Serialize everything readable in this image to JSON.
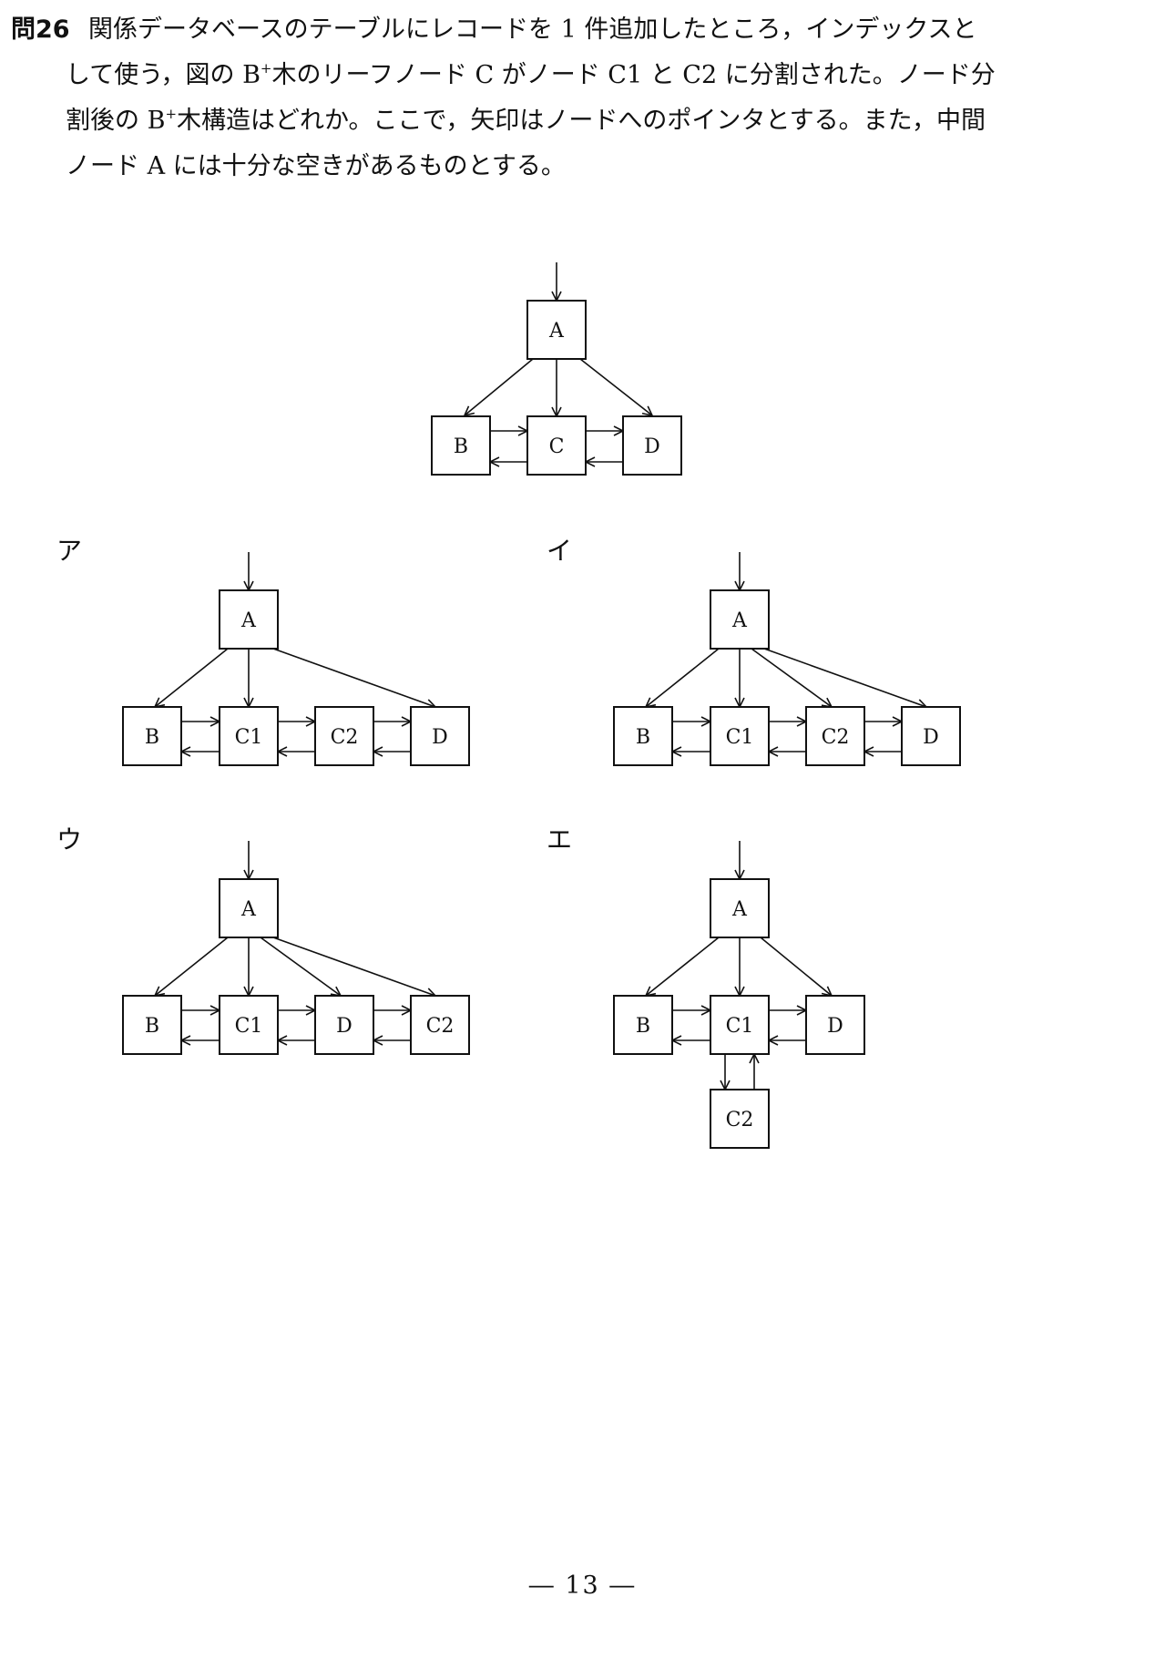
{
  "question": {
    "number": "問26",
    "lines": [
      "関係データベースのテーブルにレコードを 1 件追加したところ，インデックスと",
      "して使う，図の B",
      "木のリーフノード C がノード C1 と C2 に分割された。ノード分",
      "割後の B",
      "木構造はどれか。ここで，矢印はノードへのポインタとする。また，中間",
      "ノード A には十分な空きがあるものとする。"
    ],
    "sup": "+"
  },
  "figure": {
    "nodes": [
      "A",
      "B",
      "C",
      "D"
    ]
  },
  "options": [
    {
      "label": "ア",
      "nodes": [
        "A",
        "B",
        "C1",
        "C2",
        "D"
      ]
    },
    {
      "label": "イ",
      "nodes": [
        "A",
        "B",
        "C1",
        "C2",
        "D"
      ]
    },
    {
      "label": "ウ",
      "nodes": [
        "A",
        "B",
        "C1",
        "D",
        "C2"
      ]
    },
    {
      "label": "エ",
      "nodes": [
        "A",
        "B",
        "C1",
        "D",
        "C2"
      ]
    }
  ],
  "page_number": "― 13 ―"
}
